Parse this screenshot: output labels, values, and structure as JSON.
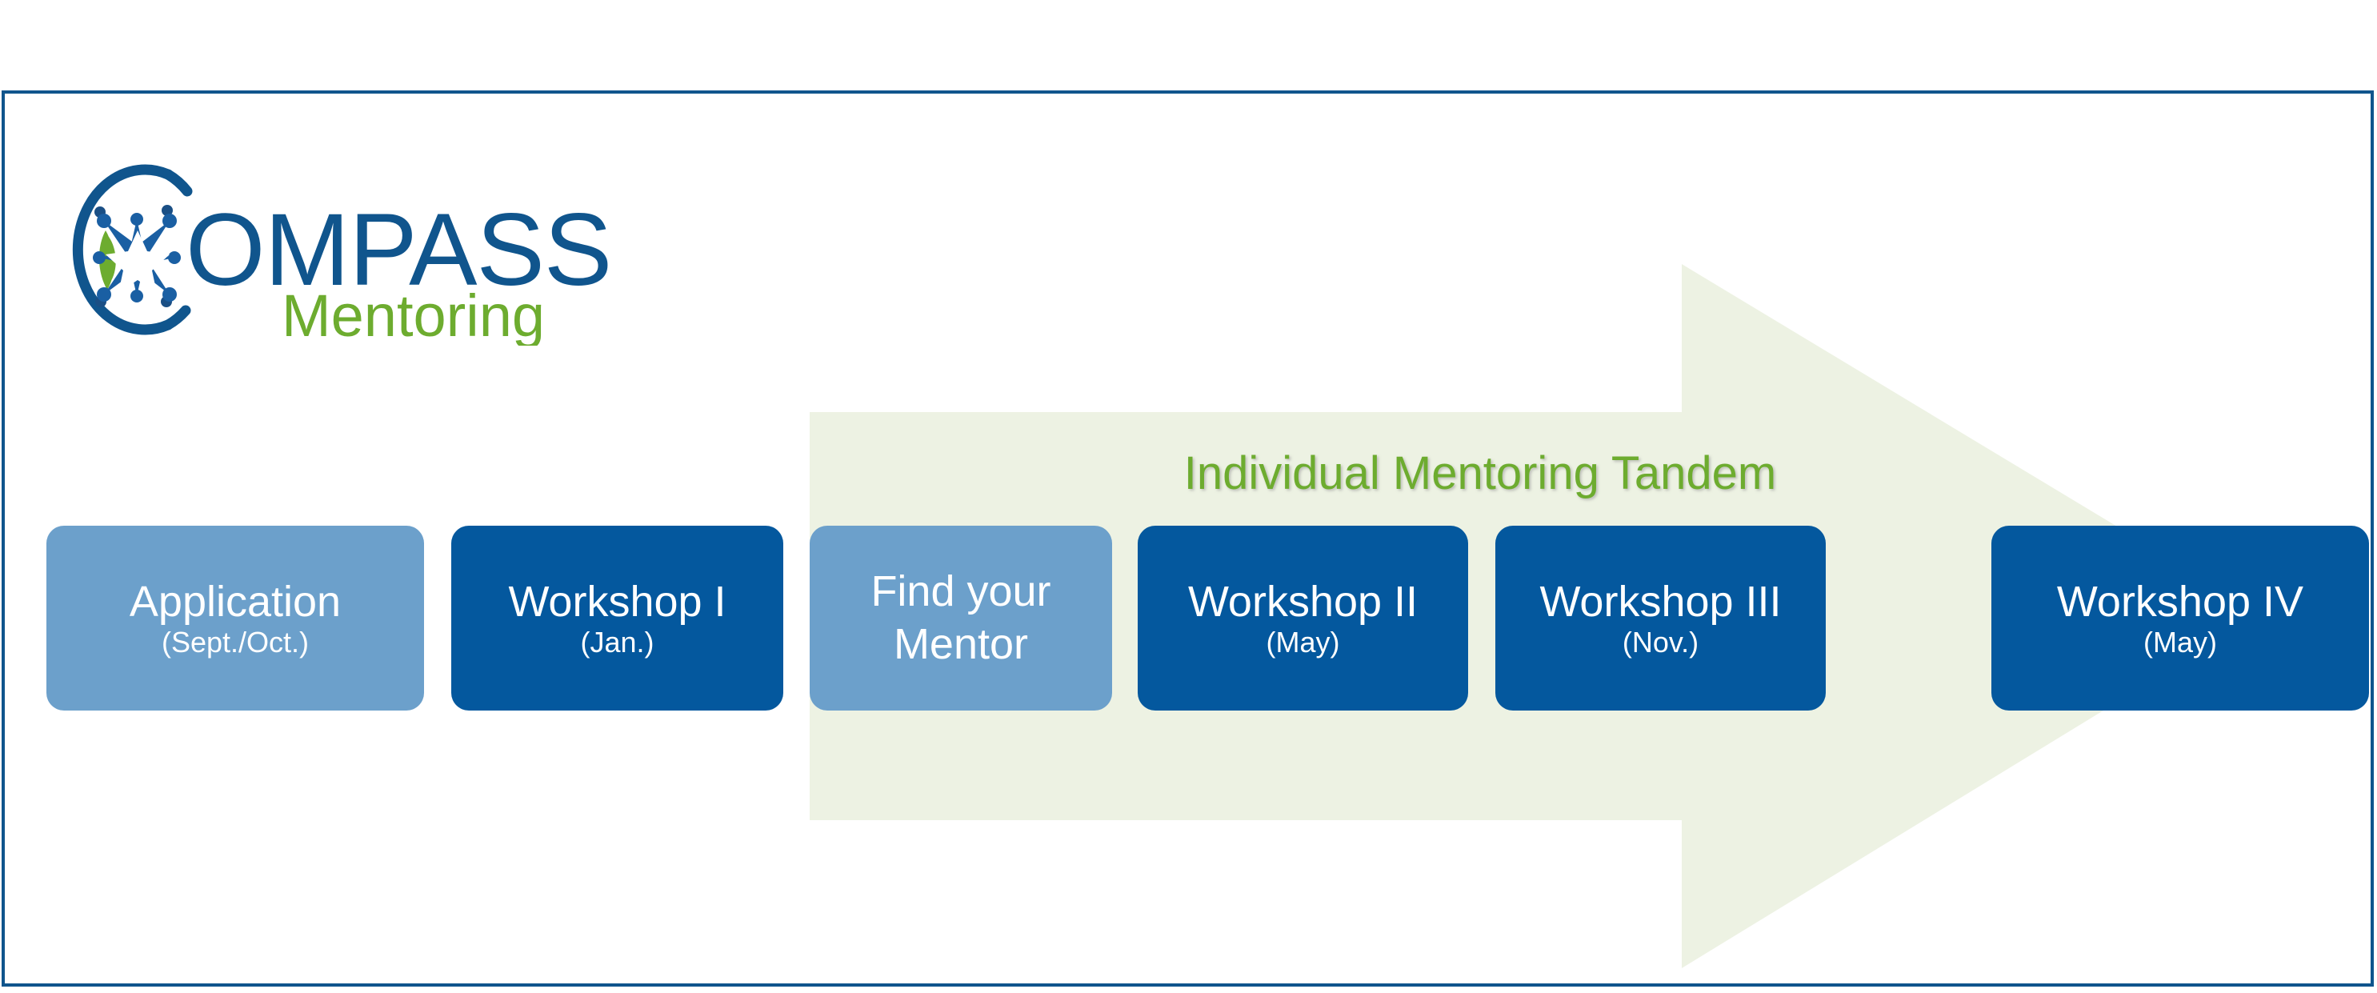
{
  "slide": {
    "frame_border_color": "#10558D",
    "background_color": "#FFFFFF"
  },
  "logo": {
    "name": "compass-mentoring-logo",
    "wordmark": "OMPASS",
    "wordmark_leading_letter": "C",
    "tagline": "Mentoring",
    "brand_blue": "#10558D",
    "brand_green": "#6DAC2F"
  },
  "arrow": {
    "name": "mentoring-tandem-arrow",
    "fill_color": "#EDF2E3"
  },
  "tandem": {
    "label": "Individual Mentoring Tandem",
    "color": "#6DAC2F"
  },
  "colors": {
    "box_light": "#6CA0CB",
    "box_dark": "#04589E",
    "text_on_box": "#FFFFFF"
  },
  "timeline": {
    "steps": [
      {
        "id": "application",
        "title": "Application",
        "sub": "(Sept./Oct.)",
        "style": "light",
        "inside_tandem": false
      },
      {
        "id": "workshop-1",
        "title": "Workshop I",
        "sub": "(Jan.)",
        "style": "dark",
        "inside_tandem": false
      },
      {
        "id": "find-mentor",
        "title": "Find your\nMentor",
        "sub": "",
        "style": "light",
        "inside_tandem": true
      },
      {
        "id": "workshop-2",
        "title": "Workshop II",
        "sub": "(May)",
        "style": "dark",
        "inside_tandem": true
      },
      {
        "id": "workshop-3",
        "title": "Workshop III",
        "sub": "(Nov.)",
        "style": "dark",
        "inside_tandem": true
      },
      {
        "id": "workshop-4",
        "title": "Workshop IV",
        "sub": "(May)",
        "style": "dark",
        "inside_tandem": true
      }
    ]
  }
}
